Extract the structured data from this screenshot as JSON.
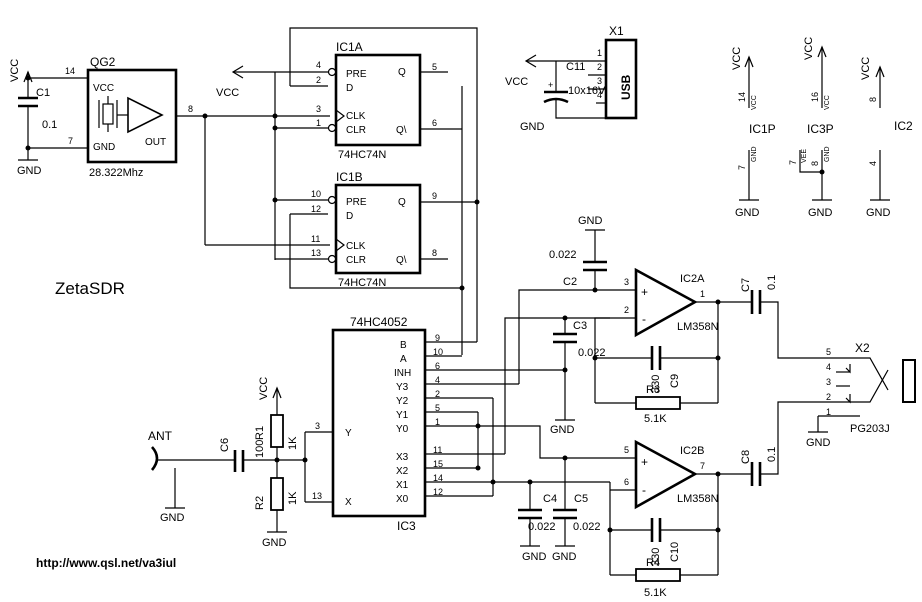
{
  "title": "ZetaSDR",
  "url": "http://www.qsl.net/va3iul",
  "nets": {
    "vcc": "VCC",
    "gnd": "GND"
  },
  "qg2": {
    "ref": "QG2",
    "freq": "28.322Mhz",
    "vcc": "VCC",
    "gnd": "GND",
    "out": "OUT",
    "p14": "14",
    "p7": "7",
    "p8": "8"
  },
  "c1": {
    "ref": "C1",
    "value": "0.1"
  },
  "ic1a": {
    "ref": "IC1A",
    "part": "74HC74N",
    "pre": "PRE",
    "d": "D",
    "clk": "CLK",
    "clr": "CLR",
    "q": "Q",
    "qn": "Q\\",
    "p_pre": "4",
    "p_d": "2",
    "p_clk": "3",
    "p_clr": "1",
    "p_q": "5",
    "p_qn": "6"
  },
  "ic1b": {
    "ref": "IC1B",
    "part": "74HC74N",
    "pre": "PRE",
    "d": "D",
    "clk": "CLK",
    "clr": "CLR",
    "q": "Q",
    "qn": "Q\\",
    "p_pre": "10",
    "p_d": "12",
    "p_clk": "11",
    "p_clr": "13",
    "p_q": "9",
    "p_qn": "8"
  },
  "ic3": {
    "ref": "IC3",
    "part": "74HC4052",
    "y": "Y",
    "x": "X",
    "p_y": "3",
    "p_x": "13",
    "pins": [
      {
        "name": "B",
        "num": "9"
      },
      {
        "name": "A",
        "num": "10"
      },
      {
        "name": "INH",
        "num": "6"
      },
      {
        "name": "Y3",
        "num": "4"
      },
      {
        "name": "Y2",
        "num": "2"
      },
      {
        "name": "Y1",
        "num": "5"
      },
      {
        "name": "Y0",
        "num": "1"
      },
      {
        "name": "X3",
        "num": "11"
      },
      {
        "name": "X2",
        "num": "15"
      },
      {
        "name": "X1",
        "num": "14"
      },
      {
        "name": "X0",
        "num": "12"
      }
    ]
  },
  "x1": {
    "ref": "X1",
    "label": "USB",
    "pins": [
      "1",
      "2",
      "3",
      "4"
    ]
  },
  "c11": {
    "ref": "C11",
    "value": "10x16V"
  },
  "c2": {
    "ref": "C2",
    "value": "0.022"
  },
  "c3": {
    "ref": "C3",
    "value": "0.022"
  },
  "c4": {
    "ref": "C4",
    "value": "0.022"
  },
  "c5": {
    "ref": "C5",
    "value": "0.022"
  },
  "c6": {
    "ref": "C6"
  },
  "c7": {
    "ref": "C7",
    "value": "0.1"
  },
  "c8": {
    "ref": "C8",
    "value": "0.1"
  },
  "c9": {
    "ref": "C9",
    "value": "330"
  },
  "c10": {
    "ref": "C10",
    "value": "330"
  },
  "r1": {
    "ref": "R1",
    "value": "1K",
    "extra": "100"
  },
  "r2": {
    "ref": "R2",
    "value": "1K"
  },
  "r3": {
    "ref": "R3",
    "value": "5.1K"
  },
  "r4": {
    "ref": "R4",
    "value": "5.1K"
  },
  "ic2a": {
    "ref": "IC2A",
    "part": "LM358N",
    "plus": "+",
    "minus": "-",
    "p_plus": "3",
    "p_minus": "2",
    "p_out": "1"
  },
  "ic2b": {
    "ref": "IC2B",
    "part": "LM358N",
    "plus": "+",
    "minus": "-",
    "p_plus": "5",
    "p_minus": "6",
    "p_out": "7"
  },
  "x2": {
    "ref": "X2",
    "part": "PG203J",
    "pins": [
      "5",
      "4",
      "3",
      "2",
      "1"
    ]
  },
  "ant": {
    "label": "ANT"
  },
  "power": {
    "ic1p": {
      "ref": "IC1P",
      "vccpin": "14",
      "vcc": "VCC",
      "gndpin": "7",
      "gnd": "GND"
    },
    "ic3p": {
      "ref": "IC3P",
      "vccpin": "16",
      "vcc": "VCC",
      "gndpin": "8",
      "gnd": "GND",
      "vee": "VEE",
      "veepin": "7"
    },
    "ic2": {
      "ref": "IC2",
      "vccpin": "8",
      "gndpin": "4"
    }
  }
}
